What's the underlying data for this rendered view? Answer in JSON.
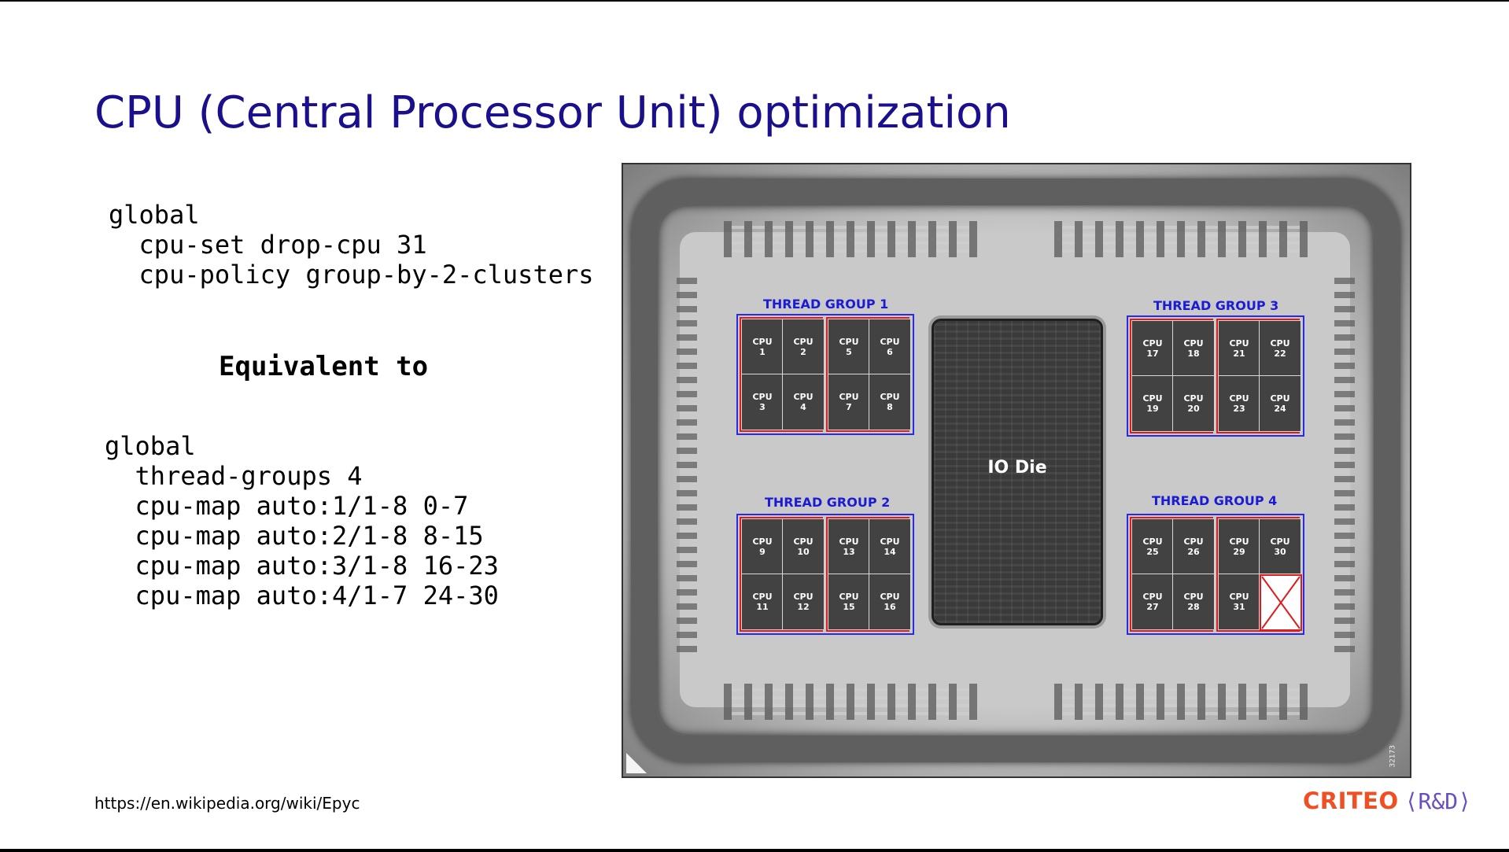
{
  "slide": {
    "title": "CPU (Central Processor Unit) optimization",
    "config_before": [
      "global",
      "  cpu-set drop-cpu 31",
      "  cpu-policy group-by-2-clusters"
    ],
    "equivalent_label": "Equivalent to",
    "config_after": [
      "global",
      "  thread-groups 4",
      "  cpu-map auto:1/1-8 0-7",
      "  cpu-map auto:2/1-8 8-15",
      "  cpu-map auto:3/1-8 16-23",
      "  cpu-map auto:4/1-7 24-30"
    ],
    "source_url": "https://en.wikipedia.org/wiki/Epyc",
    "logo": {
      "brand": "CRITEO",
      "suffix": "⟨R&D⟩"
    }
  },
  "die": {
    "io_label": "IO Die",
    "serial": "3217​3",
    "colors": {
      "group_border": "#2a2ae0",
      "cluster_border": "#e01b1b",
      "group_label": "#1b1bd6"
    },
    "thread_groups": [
      {
        "label": "THREAD GROUP 1",
        "cpus": [
          [
            "1",
            "2",
            "5",
            "6"
          ],
          [
            "3",
            "4",
            "7",
            "8"
          ]
        ]
      },
      {
        "label": "THREAD GROUP 2",
        "cpus": [
          [
            "9",
            "10",
            "13",
            "14"
          ],
          [
            "11",
            "12",
            "15",
            "16"
          ]
        ]
      },
      {
        "label": "THREAD GROUP 3",
        "cpus": [
          [
            "17",
            "18",
            "21",
            "22"
          ],
          [
            "19",
            "20",
            "23",
            "24"
          ]
        ]
      },
      {
        "label": "THREAD GROUP 4",
        "cpus": [
          [
            "25",
            "26",
            "29",
            "30"
          ],
          [
            "27",
            "28",
            "31",
            ""
          ]
        ]
      }
    ],
    "cpu_prefix": "CPU",
    "dropped_cpu_marker": "x-mark"
  }
}
